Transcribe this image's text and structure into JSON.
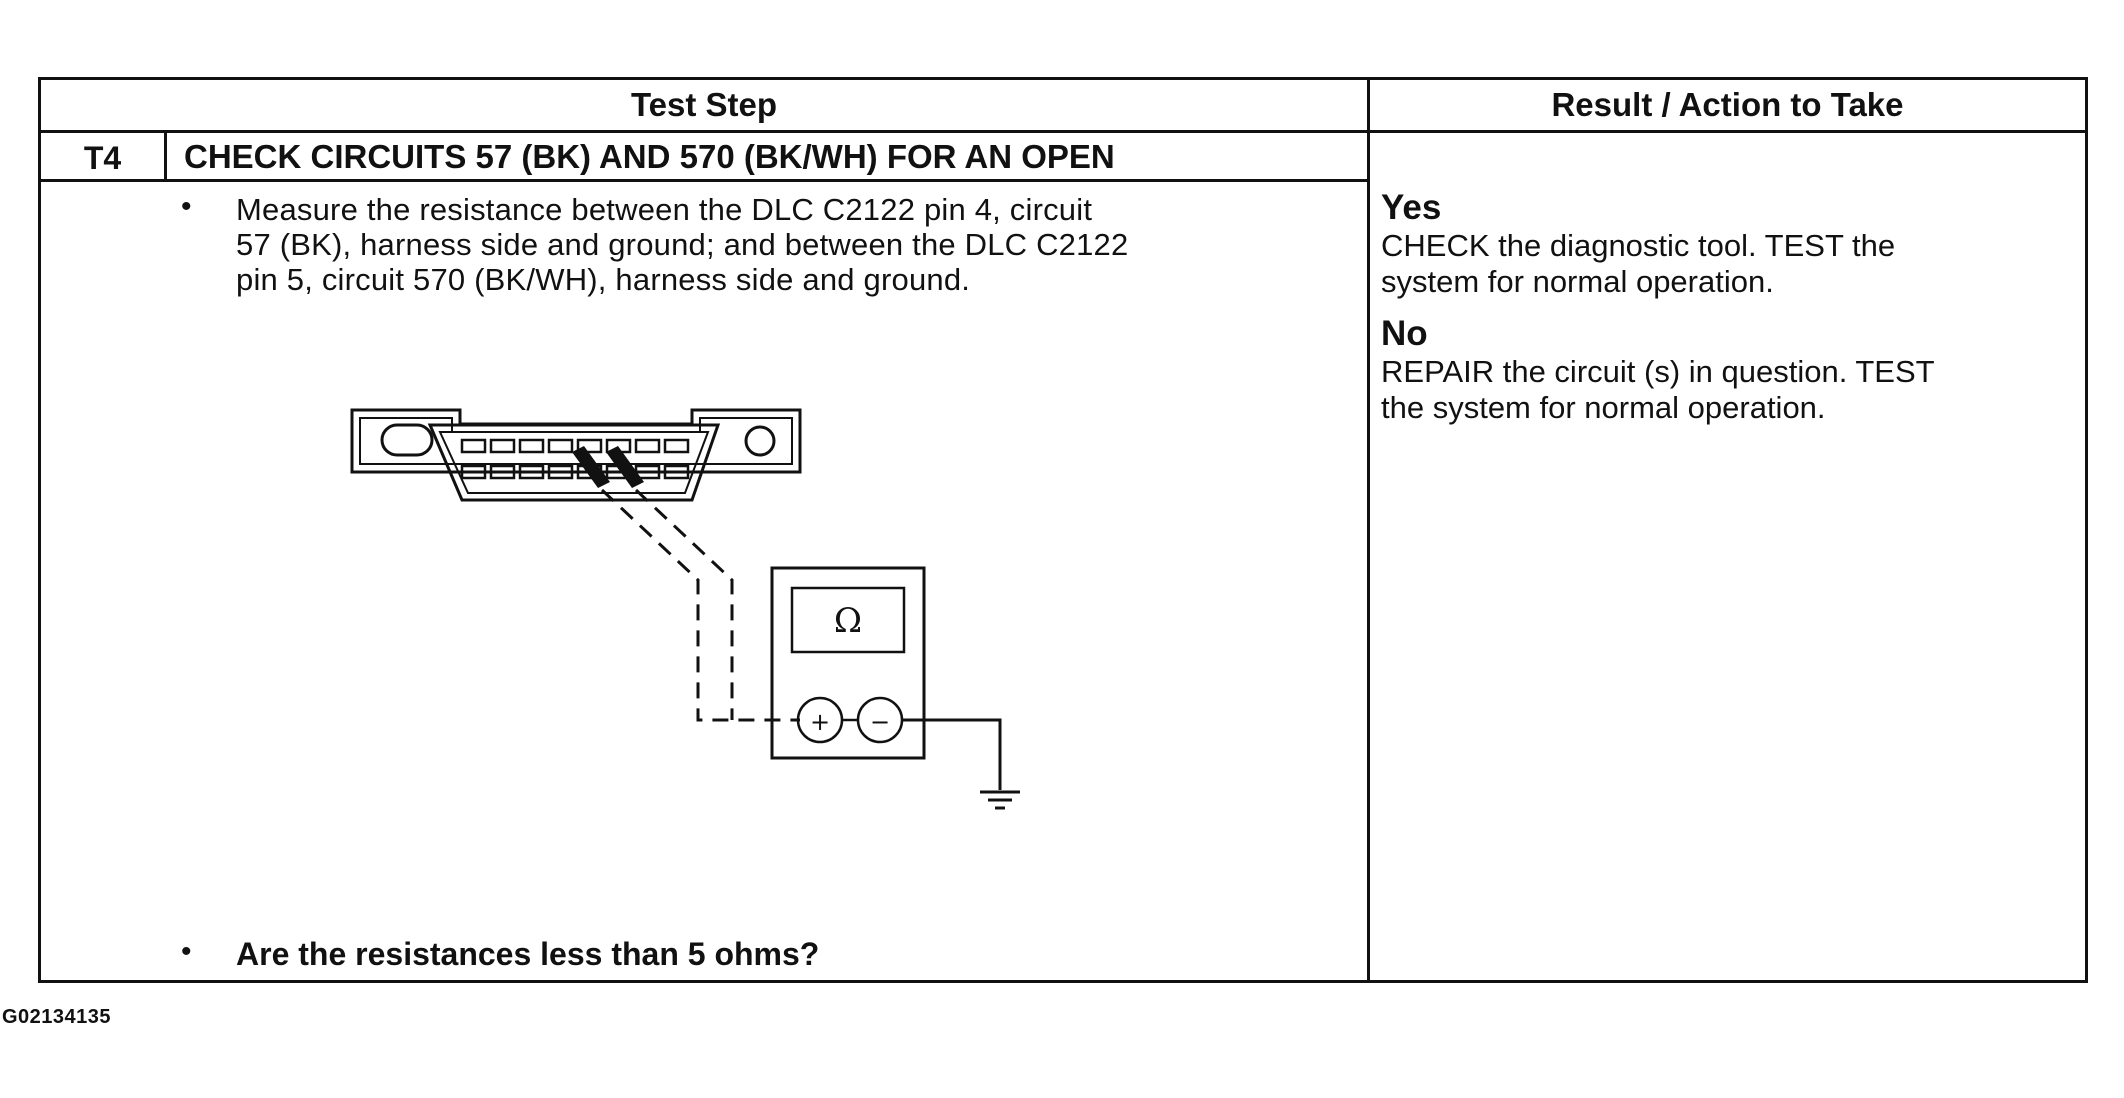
{
  "table": {
    "header": {
      "test_step": "Test Step",
      "result_action": "Result / Action to Take"
    },
    "step": {
      "id": "T4",
      "title": "CHECK CIRCUITS 57 (BK) AND 570 (BK/WH) FOR AN OPEN",
      "instruction_lines": [
        "Measure the resistance between the DLC C2122 pin 4, circuit",
        "57 (BK), harness side and ground; and between the DLC C2122",
        "pin 5, circuit 570 (BK/WH), harness side and ground."
      ],
      "bullet_glyph": "•",
      "question": "Are the resistances less than 5 ohms?"
    },
    "results": [
      {
        "label": "Yes",
        "lines": [
          "CHECK the diagnostic tool. TEST the",
          "system for normal operation."
        ]
      },
      {
        "label": "No",
        "lines": [
          "REPAIR the circuit (s) in question. TEST",
          "the system for normal operation."
        ]
      }
    ]
  },
  "diagram": {
    "meter_symbol": "Ω",
    "plus_symbol": "+",
    "minus_symbol": "−",
    "icons": [
      "dlc-connector-icon",
      "ohmmeter-icon",
      "ground-symbol-icon"
    ]
  },
  "figure_id": "G02134135"
}
